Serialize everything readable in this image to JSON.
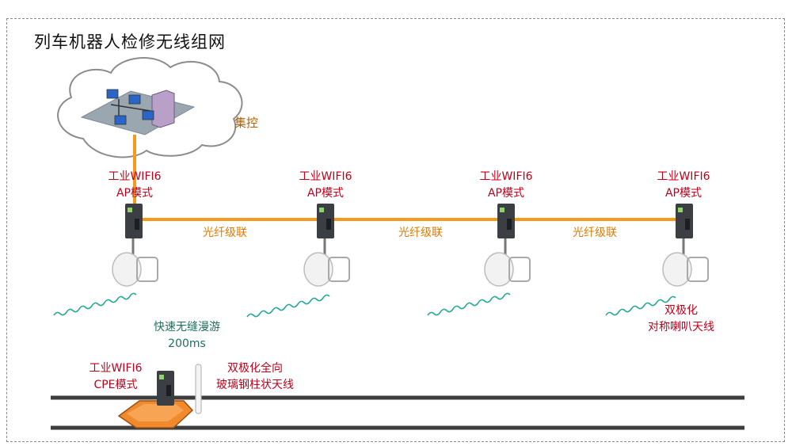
{
  "title": "列车机器人检修无线组网",
  "center_label": "集控",
  "ap_nodes": [
    {
      "line1": "工业WIFI6",
      "line2": "AP模式"
    },
    {
      "line1": "工业WIFI6",
      "line2": "AP模式"
    },
    {
      "line1": "工业WIFI6",
      "line2": "AP模式"
    },
    {
      "line1": "工业WIFI6",
      "line2": "AP模式"
    }
  ],
  "link_labels": [
    "光纤级联",
    "光纤级联",
    "光纤级联"
  ],
  "roaming": {
    "line1": "快速无缝漫游",
    "line2": "200ms"
  },
  "antenna_ap": {
    "line1": "双极化",
    "line2": "对称喇叭天线"
  },
  "cpe": {
    "line1": "工业WIFI6",
    "line2": "CPE模式"
  },
  "antenna_cpe": {
    "line1": "双极化全向",
    "line2": "玻璃钢柱状天线"
  },
  "colors": {
    "fiber": "#f59a1f",
    "label_red": "#c0001a",
    "label_orange": "#e07a00",
    "wave": "#2aa89a",
    "rail": "#3d3d3d"
  }
}
